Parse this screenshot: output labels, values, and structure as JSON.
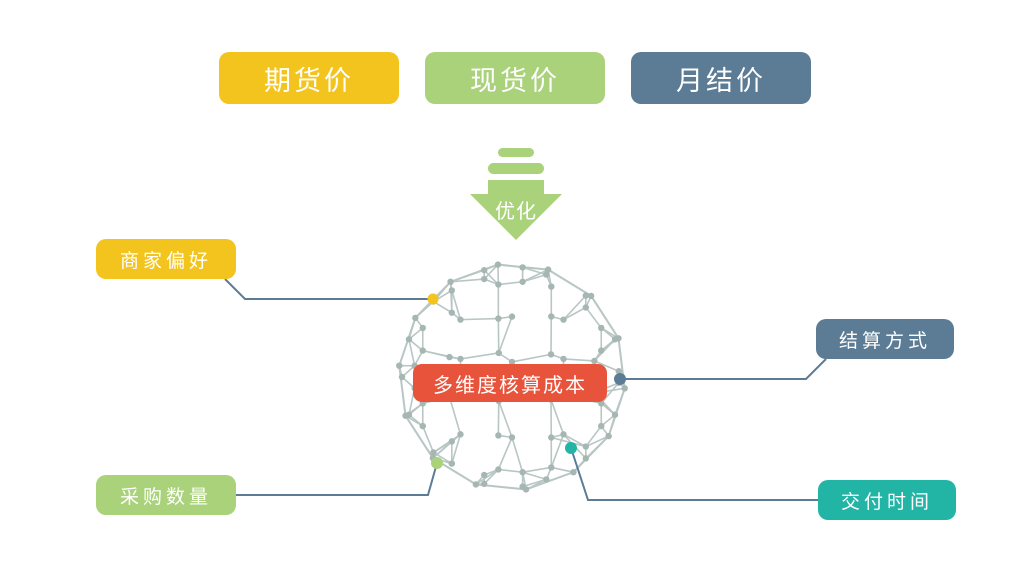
{
  "top_tags": [
    {
      "label": "期货价",
      "color": "#F4C41E"
    },
    {
      "label": "现货价",
      "color": "#A9D27A"
    },
    {
      "label": "月结价",
      "color": "#5B7C94"
    }
  ],
  "arrow": {
    "label": "优化",
    "color": "#A9D27A"
  },
  "center": {
    "label": "多维度核算成本",
    "color": "#E8533B"
  },
  "factors": {
    "merchant_preference": {
      "label": "商家偏好",
      "color": "#F4C41E"
    },
    "purchase_quantity": {
      "label": "采购数量",
      "color": "#A9D27A"
    },
    "settlement_method": {
      "label": "结算方式",
      "color": "#5B7C94"
    },
    "delivery_time": {
      "label": "交付时间",
      "color": "#22B5A5"
    }
  },
  "colors": {
    "connector": "#5B7C94",
    "sphere_mesh": "#B8C6C4",
    "sphere_node": "#A6B6B3"
  }
}
